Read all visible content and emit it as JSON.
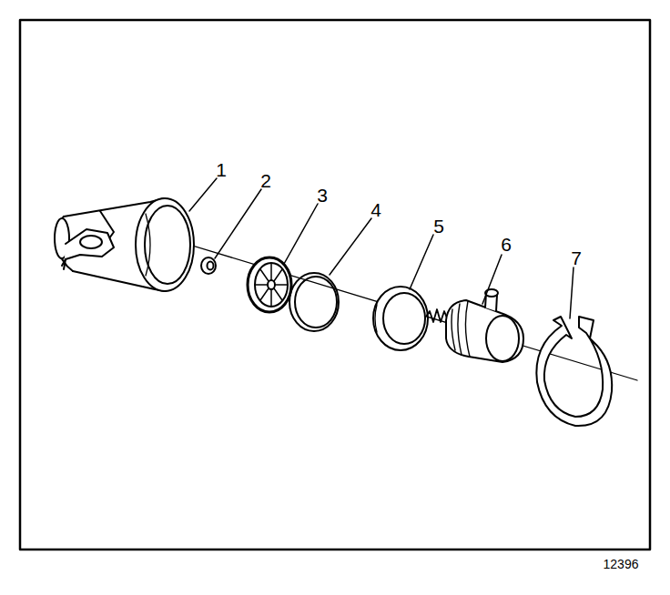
{
  "diagram": {
    "labels": [
      "1",
      "2",
      "3",
      "4",
      "5",
      "6",
      "7",
      "12396"
    ]
  }
}
